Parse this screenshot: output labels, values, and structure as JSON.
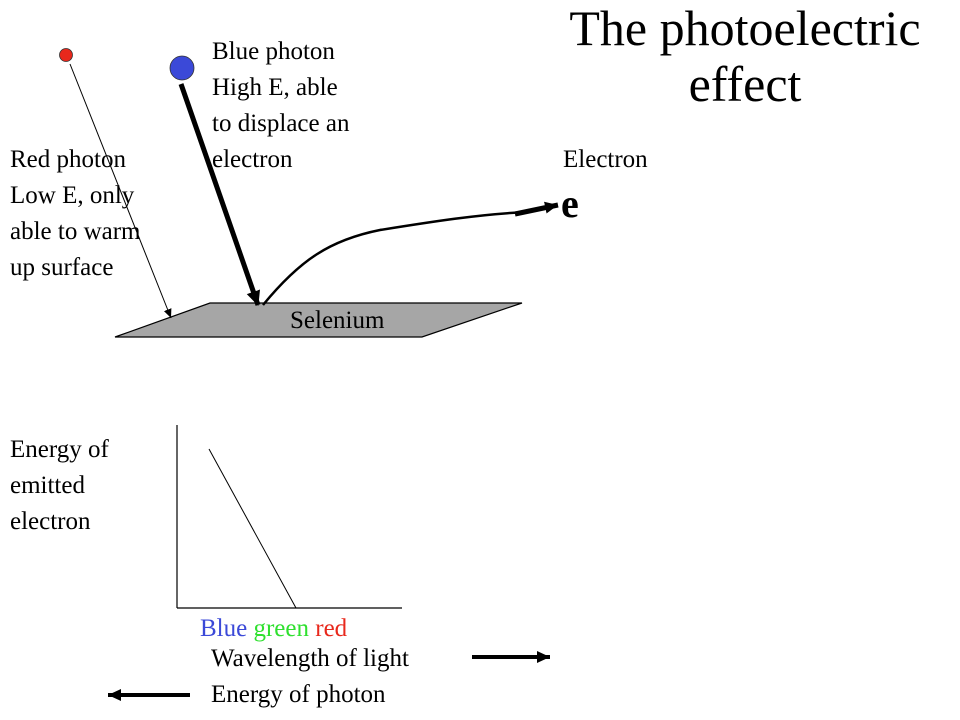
{
  "title": {
    "line1": "The photoelectric",
    "line2": "effect"
  },
  "blue_photon": {
    "lines": [
      "Blue photon",
      "High E, able",
      "to displace an",
      "electron"
    ],
    "color": "#3b49d8"
  },
  "red_photon": {
    "lines": [
      "Red photon",
      "Low E, only",
      "able to warm",
      "up surface"
    ],
    "color": "#e8281c"
  },
  "electron": {
    "label": "Electron",
    "symbol": "e"
  },
  "surface": {
    "label": "Selenium",
    "fill": "#a6a6a6"
  },
  "graph": {
    "ylabel_lines": [
      "Energy of",
      "emitted",
      "electron"
    ],
    "colors": [
      {
        "name": "Blue",
        "color": "#3b49d8"
      },
      {
        "name": "green",
        "color": "#2fe02f"
      },
      {
        "name": "red",
        "color": "#e8281c"
      }
    ]
  },
  "wavelength_label": "Wavelength of light",
  "energy_label": "Energy of photon"
}
